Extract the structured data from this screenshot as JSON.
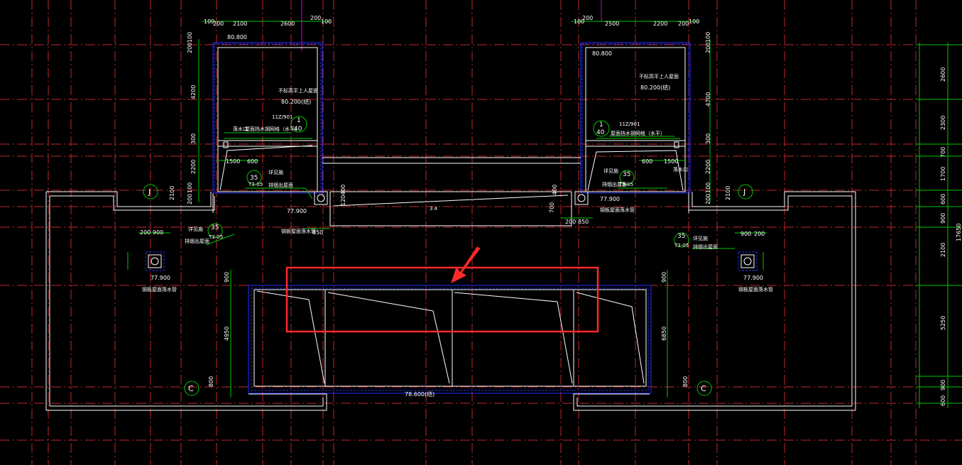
{
  "drawing": {
    "colors": {
      "background": "#000000",
      "grid": "#c0292b",
      "wall": "#ffffff",
      "blue_line": "#1f2fff",
      "green_dim": "#00c800",
      "magenta": "#d000d0",
      "highlight": "#ff2a2a"
    },
    "top_dims_left": [
      "100",
      "200",
      "2100",
      "2600",
      "200",
      "100"
    ],
    "top_dims_right": [
      "100",
      "200",
      "2500",
      "2200",
      "200",
      "100"
    ],
    "left_tower_vdims": [
      "100",
      "200",
      "4200",
      "300",
      "2200",
      "100",
      "200"
    ],
    "right_tower_vdims": [
      "200",
      "100",
      "4700",
      "300",
      "2200",
      "100",
      "200"
    ],
    "right_axis_dims": [
      "2600",
      "2300",
      "700",
      "1700",
      "600",
      "900",
      "2100",
      "5250",
      "900",
      "600",
      "17650"
    ],
    "elevations": {
      "tl_top": "80.800",
      "tr_top": "80.800",
      "tl_roof": "80.200(结)",
      "tr_roof": "80.200(结)",
      "drain_left": "77.900",
      "drain_right": "77.900",
      "drain_far_left": "77.900",
      "drain_far_right": "77.900",
      "bottom": "78.600(结)"
    },
    "notes": {
      "roof_note_left": "不标高平上人屋面",
      "roof_note_right": "不标高平上人屋面",
      "std_left": "11Z/901",
      "std_right": "11Z/901",
      "label_left": "屋面挡水钢网格（水平）",
      "label_right": "屋面挡水钢网格（水平）",
      "drain_mouth_left": "落水口",
      "drain_mouth_right": "落水口",
      "scupper_ref": "详见施",
      "scupper_desc": "排烟出屋面",
      "small_note_left": "钢板屋面落水管",
      "small_note_right": "钢板屋面落水管",
      "small_note_far_left": "钢板屋面落水管",
      "small_note_far_right": "钢板屋面落水管",
      "mid_label": "3.4"
    },
    "bubbles": {
      "b35": "35",
      "t305": "T3-05",
      "b1": "1",
      "b40": "40"
    },
    "axes": {
      "j_left": "J",
      "j_right": "J",
      "c_left": "C",
      "c_right": "C"
    },
    "misc_dims": {
      "d1500": "1500",
      "d600": "600",
      "d850": "850",
      "d200": "200",
      "d900": "900",
      "d4950": "4950",
      "d700": "700",
      "d120": "120",
      "d400": "400",
      "d2100": "2100",
      "d6850": "6850",
      "d800": "800"
    }
  }
}
